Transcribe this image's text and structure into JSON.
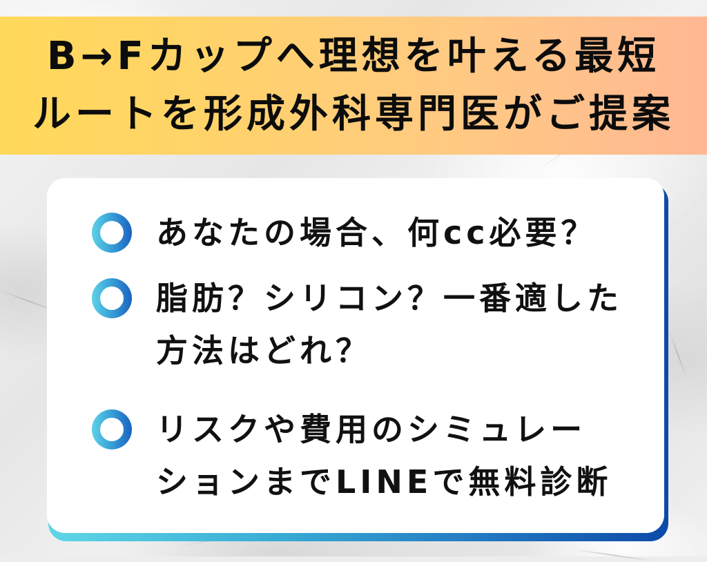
{
  "header": {
    "lines": [
      "B→Fカップへ理想を叶える最短",
      "ルートを形成外科専門医がご提案"
    ],
    "gradient_colors": [
      "#ffd95a",
      "#ffb893"
    ]
  },
  "card": {
    "accent_gradient": [
      "#5fd6e6",
      "#0d4aa8"
    ],
    "items": [
      {
        "icon": "ring-bullet-icon",
        "lines": [
          "あなたの場合、何cc必要？"
        ]
      },
      {
        "icon": "ring-bullet-icon",
        "lines": [
          "脂肪？シリコン？一番適した",
          "方法はどれ？"
        ]
      },
      {
        "icon": "ring-bullet-icon",
        "lines": [
          "リスクや費用のシミュレー",
          "ションまでLINEで無料診断"
        ]
      }
    ]
  }
}
